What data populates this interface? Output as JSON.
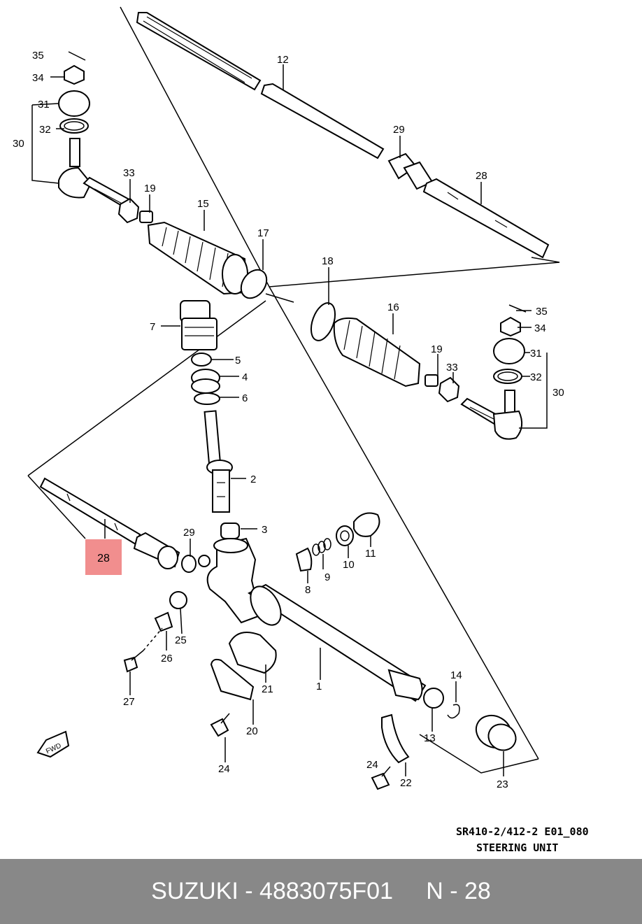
{
  "callouts": {
    "l35a": "35",
    "l34a": "34",
    "l31a": "31",
    "l32a": "32",
    "l30a": "30",
    "l33a": "33",
    "l19a": "19",
    "l15": "15",
    "l17": "17",
    "l12": "12",
    "l29a": "29",
    "l28a": "28",
    "l18": "18",
    "l16": "16",
    "l35b": "35",
    "l34b": "34",
    "l31b": "31",
    "l32b": "32",
    "l30b": "30",
    "l19b": "19",
    "l33b": "33",
    "l7": "7",
    "l5": "5",
    "l4": "4",
    "l6": "6",
    "l2": "2",
    "l3": "3",
    "l29b": "29",
    "l28b": "28",
    "l9": "9",
    "l10": "10",
    "l11": "11",
    "l8": "8",
    "l25": "25",
    "l26": "26",
    "l27": "27",
    "l21": "21",
    "l1": "1",
    "l20": "20",
    "l24a": "24",
    "l14": "14",
    "l13": "13",
    "l24b": "24",
    "l22": "22",
    "l23": "23"
  },
  "fwd_label": "FWD",
  "caption": {
    "code": "SR410-2/412-2 E01_080",
    "title": "STEERING UNIT"
  },
  "highlight_color": "#f18e8e",
  "footer": {
    "text": "SUZUKI - 4883075F01     N - 28",
    "background": "#888888"
  }
}
